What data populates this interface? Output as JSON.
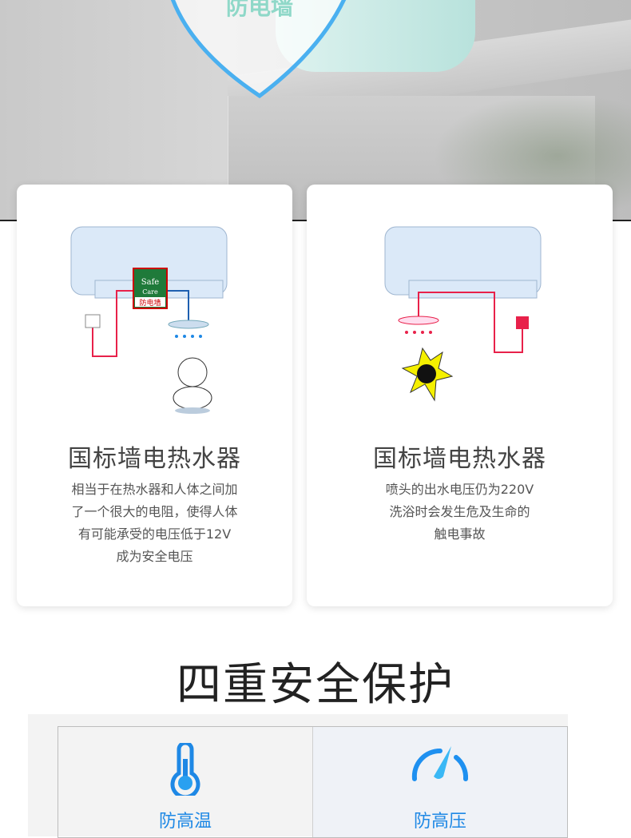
{
  "hero": {
    "shield_text": "防电墙"
  },
  "cards": [
    {
      "title": "国标墙电热水器",
      "lines": [
        "相当于在热水器和人体之间加",
        "了一个很大的电阻，使得人体",
        "有可能承受的电压低于12V",
        "成为安全电压"
      ],
      "logo_text": [
        "Safe",
        "Care",
        "防电墙"
      ]
    },
    {
      "title": "国标墙电热水器",
      "lines": [
        "喷头的出水电压仍为220V",
        "洗浴时会发生危及生命的",
        "触电事故"
      ]
    }
  ],
  "section": {
    "title": "四重安全保护"
  },
  "features": [
    {
      "label": "防高温",
      "icon": "thermometer-icon"
    },
    {
      "label": "防高压",
      "icon": "gauge-icon"
    }
  ],
  "colors": {
    "accent": "#1e88e5",
    "shield": "#4ab0f0",
    "wire": "#e8214a"
  }
}
